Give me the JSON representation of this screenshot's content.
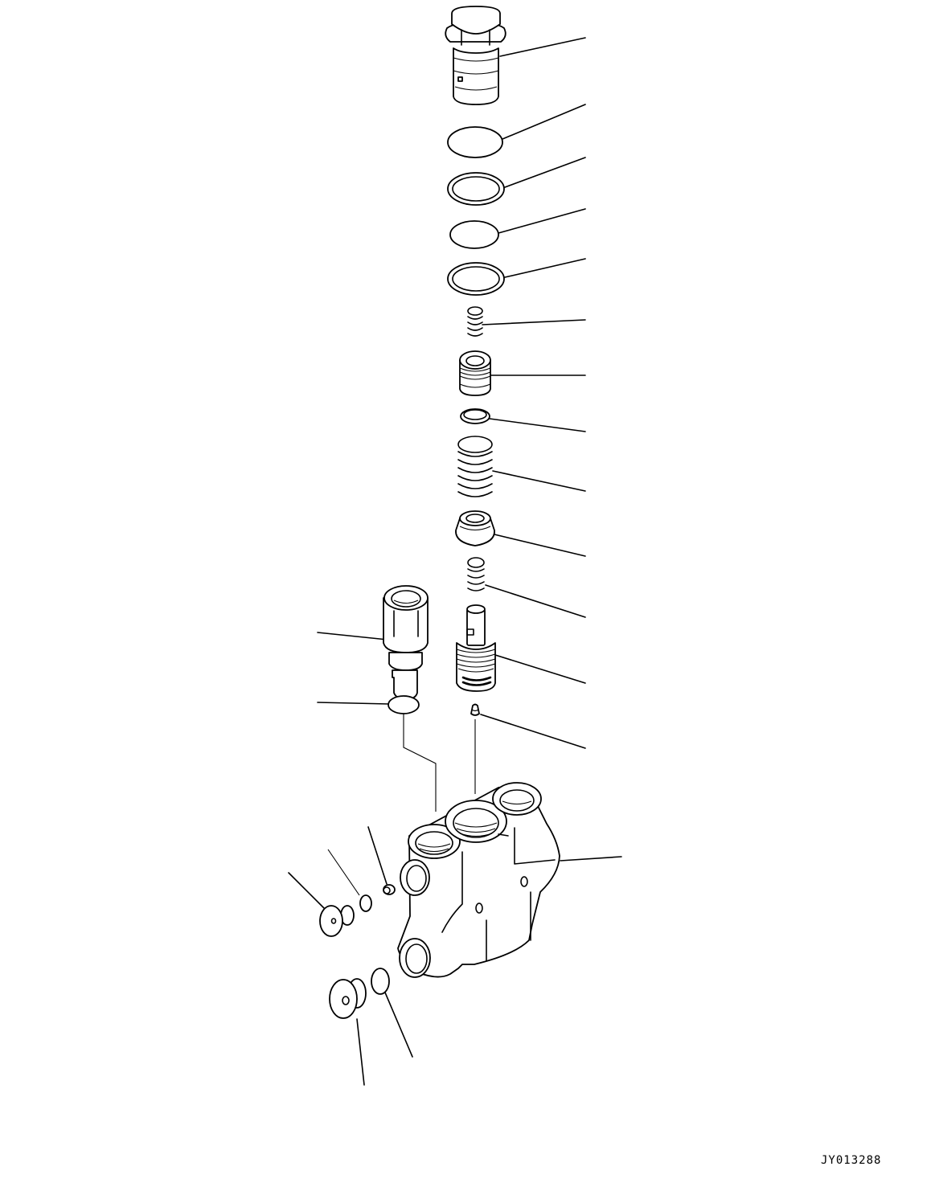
{
  "diagram": {
    "type": "exploded-parts-diagram",
    "subject": "valve assembly (relief / check valve block)",
    "background": "#ffffff",
    "line_color": "#000000",
    "drawing_id": "JY013288",
    "parts": [
      {
        "id": "plug-cap",
        "label": "Plug / cap (hex head)"
      },
      {
        "id": "o-ring-1",
        "label": "O-ring"
      },
      {
        "id": "backup-ring-1",
        "label": "Backup ring"
      },
      {
        "id": "o-ring-2",
        "label": "O-ring"
      },
      {
        "id": "backup-ring-2",
        "label": "Backup ring"
      },
      {
        "id": "spring-small",
        "label": "Spring (small)"
      },
      {
        "id": "sleeve",
        "label": "Sleeve / piston"
      },
      {
        "id": "ring",
        "label": "Ring"
      },
      {
        "id": "spring-large",
        "label": "Spring (large)"
      },
      {
        "id": "seat-cup",
        "label": "Seat / cup"
      },
      {
        "id": "spring-medium",
        "label": "Spring"
      },
      {
        "id": "valve-poppet",
        "label": "Valve / poppet"
      },
      {
        "id": "small-pin",
        "label": "Small pin / orifice"
      },
      {
        "id": "fitting-nut",
        "label": "Fitting / connector"
      },
      {
        "id": "seal-oval",
        "label": "O-ring"
      },
      {
        "id": "valve-body",
        "label": "Valve body"
      },
      {
        "id": "set-screw",
        "label": "Set screw"
      },
      {
        "id": "o-ring-upper-left",
        "label": "O-ring"
      },
      {
        "id": "plug-upper-left",
        "label": "Plug"
      },
      {
        "id": "o-ring-lower-left",
        "label": "O-ring"
      },
      {
        "id": "plug-lower-left",
        "label": "Plug"
      }
    ]
  }
}
